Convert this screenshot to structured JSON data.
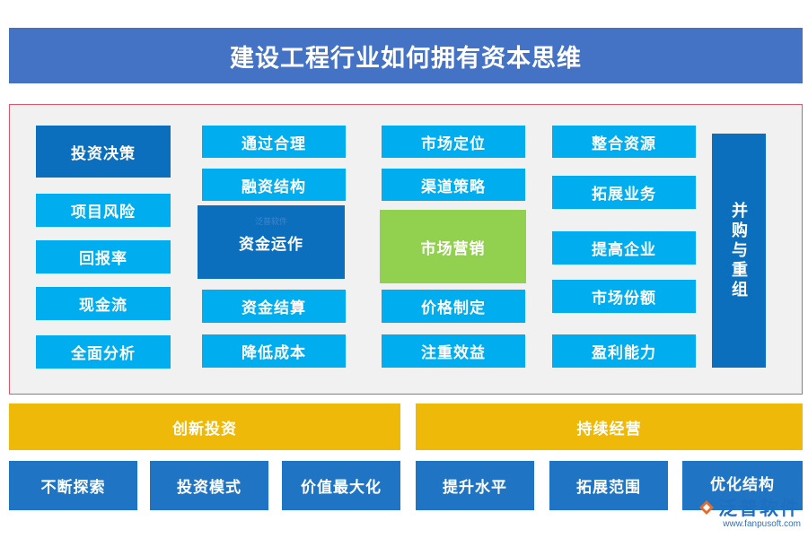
{
  "title": "建设工程行业如何拥有资本思维",
  "columns": {
    "col1": [
      "投资决策",
      "项目风险",
      "回报率",
      "现金流",
      "全面分析"
    ],
    "col2": [
      "通过合理",
      "融资结构",
      "资金运作",
      "资金结算",
      "降低成本"
    ],
    "col3": [
      "市场定位",
      "渠道策略",
      "市场营销",
      "价格制定",
      "注重效益"
    ],
    "col4": [
      "整合资源",
      "拓展业务",
      "提高企业",
      "市场份额",
      "盈利能力"
    ],
    "col5": "并购与重组"
  },
  "bottom": {
    "left_header": "创新投资",
    "right_header": "持续经营",
    "items": [
      "不断探索",
      "投资模式",
      "价值最大化",
      "提升水平",
      "拓展范围",
      "优化结构"
    ]
  },
  "logo": {
    "brand": "泛普软件",
    "url": "www.fanpusoft.com"
  },
  "colors": {
    "title": "#4472c4",
    "light": "#00aeef",
    "dark": "#0b6fbd",
    "green": "#92d050",
    "gold": "#efb90a"
  }
}
